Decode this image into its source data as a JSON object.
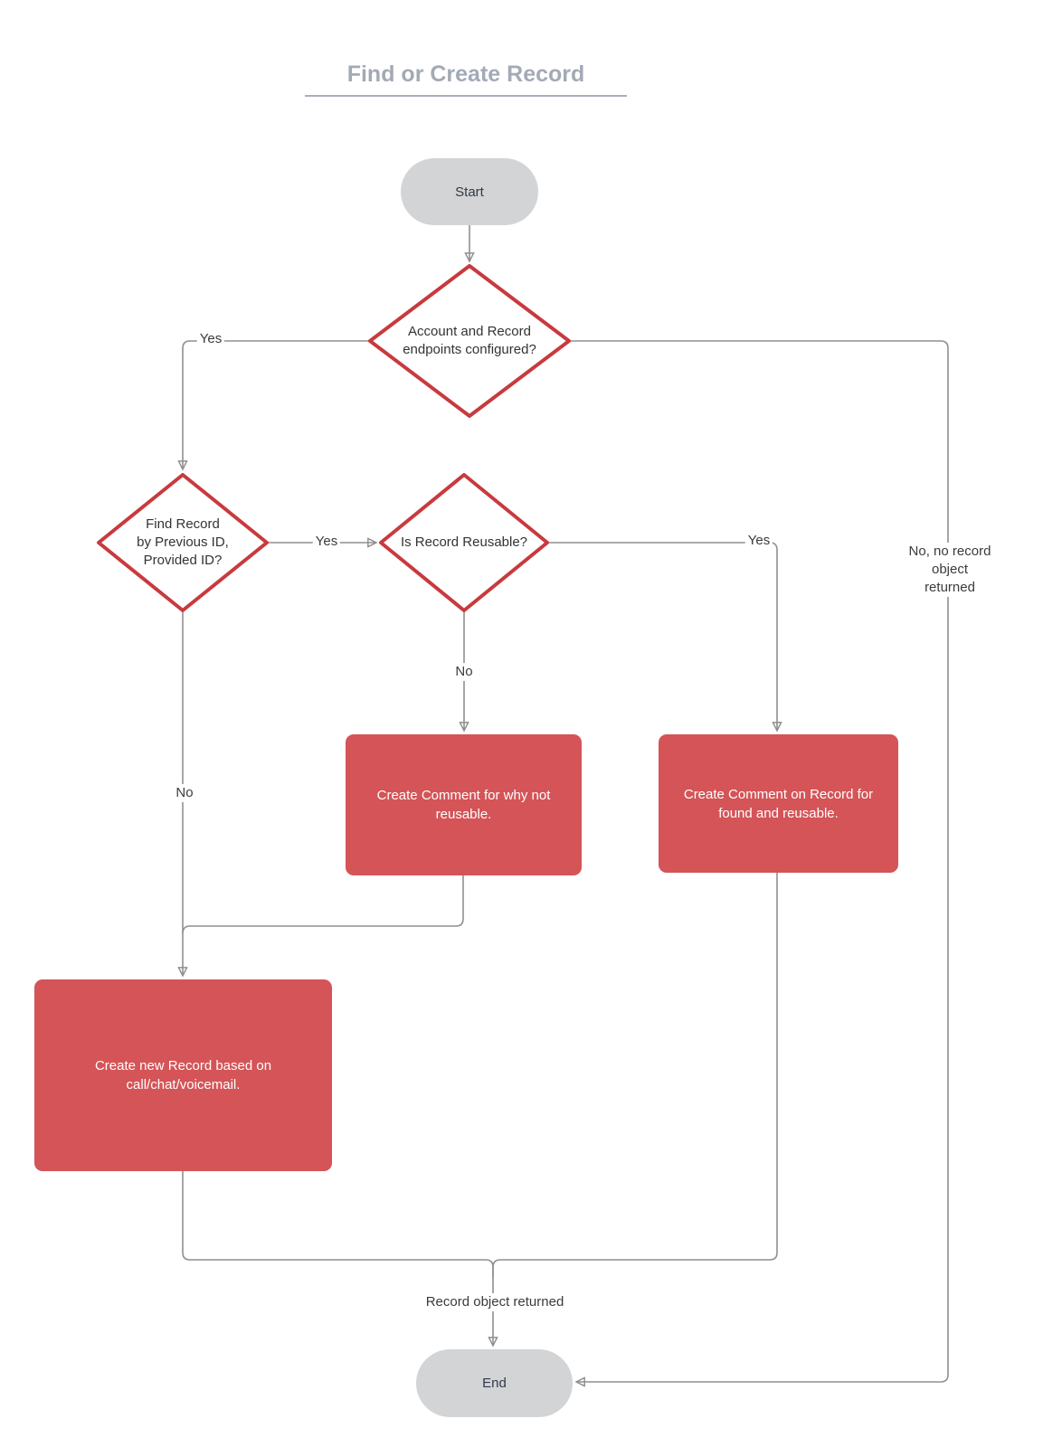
{
  "title": {
    "text": "Find or Create Record"
  },
  "nodes": {
    "start": {
      "label": "Start",
      "type": "terminator"
    },
    "endpoints_configured": {
      "label": "Account and Record\nendpoints configured?",
      "type": "decision"
    },
    "find_record": {
      "label": "Find Record\nby Previous ID,\nProvided ID?",
      "type": "decision"
    },
    "record_reusable": {
      "label": "Is Record Reusable?",
      "type": "decision"
    },
    "comment_not_reusable": {
      "label": "Create Comment for why not\nreusable.",
      "type": "process"
    },
    "comment_found_reusable": {
      "label": "Create Comment on Record for\nfound and reusable.",
      "type": "process"
    },
    "create_new_record": {
      "label": "Create new Record based on\ncall/chat/voicemail.",
      "type": "process"
    },
    "end": {
      "label": "End",
      "type": "terminator"
    }
  },
  "edge_labels": {
    "yes_endpoints": "Yes",
    "no_endpoints": "No, no record\nobject returned",
    "yes_find_record": "Yes",
    "no_find_record": "No",
    "yes_reusable": "Yes",
    "no_reusable": "No",
    "record_returned": "Record object returned"
  },
  "colors": {
    "process_fill": "#d45457",
    "decision_border": "#c83a3e",
    "terminator_fill": "#d3d4d6",
    "connector": "#8f8f8f",
    "arrowhead": "#1f1f1f",
    "title_text": "#a3aab6",
    "label_text": "#333333"
  }
}
